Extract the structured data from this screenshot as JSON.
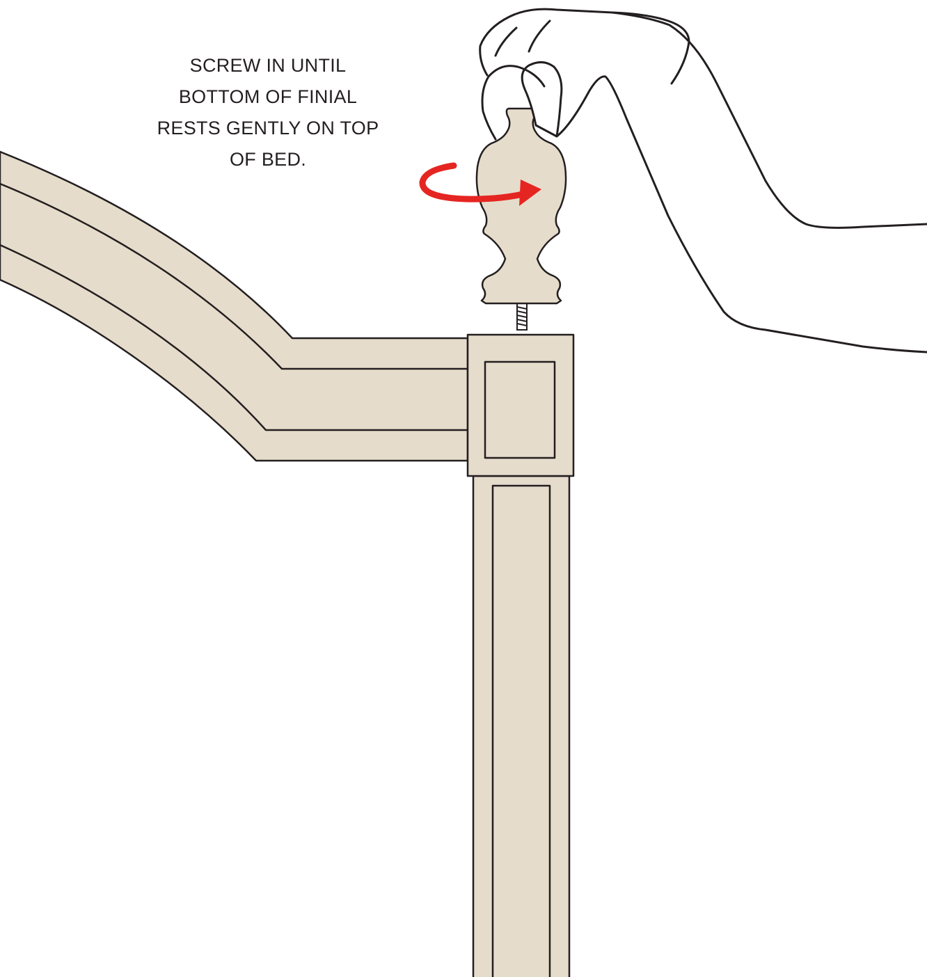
{
  "instruction": {
    "lines": [
      "SCREW IN UNTIL",
      "BOTTOM OF FINIAL",
      "RESTS GENTLY ON TOP",
      "OF BED."
    ]
  },
  "colors": {
    "wood": "#e6dccb",
    "outline": "#231f20",
    "rotation_arrow": "#e52521",
    "background": "#ffffff"
  },
  "icons": {
    "rotation": "clockwise-rotation-arrow-icon",
    "hand": "hand-icon",
    "finial": "finial-icon",
    "threaded_screw": "threaded-screw-icon"
  }
}
